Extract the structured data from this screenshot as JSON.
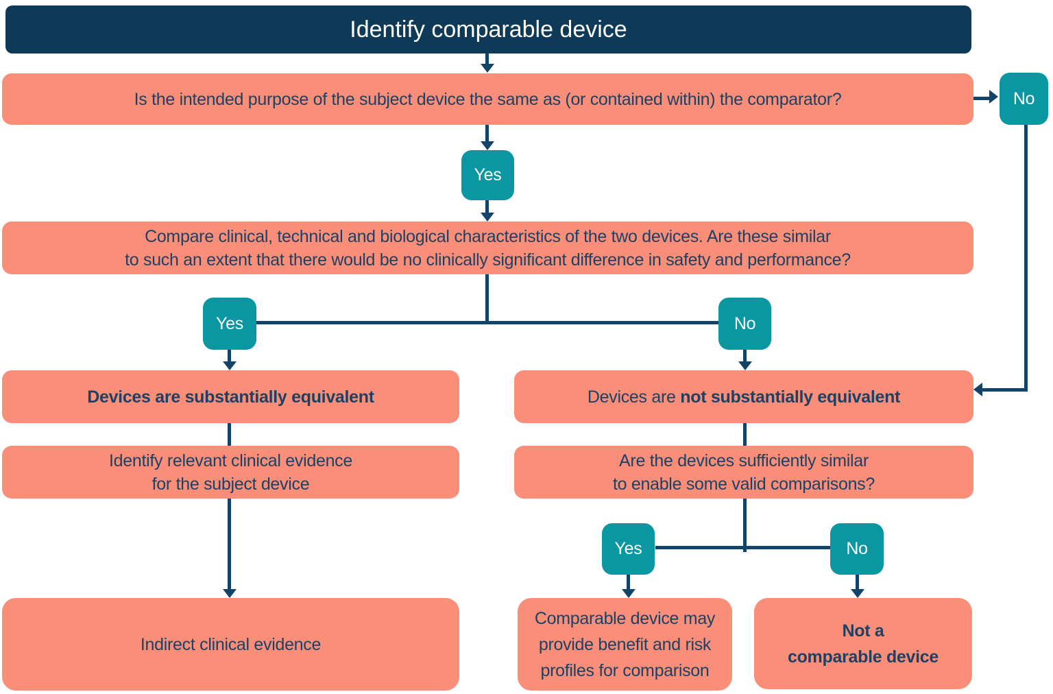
{
  "palette": {
    "header_bg": "#0E3A57",
    "node_bg": "#FA8E78",
    "pill_bg": "#0A97A1",
    "line": "#124469",
    "text": "#1B4164",
    "text_on_dark": "#FFFFFF"
  },
  "header": {
    "title": "Identify comparable device"
  },
  "nodes": {
    "intended_purpose": {
      "text": "Is the intended purpose of the subject device the same as (or contained within) the comparator?"
    },
    "compare_characteristics": {
      "line1": "Compare clinical, technical and biological characteristics of the two devices. Are these similar",
      "line2": "to such an extent that there would be no clinically significant difference in safety and performance?"
    },
    "substantially_equivalent": {
      "text": "Devices are substantially equivalent"
    },
    "not_substantially_equivalent": {
      "prefix": "Devices are ",
      "bold": "not substantially equivalent"
    },
    "identify_evidence": {
      "line1": "Identify relevant clinical evidence",
      "line2": "for the subject device"
    },
    "sufficiently_similar": {
      "line1": "Are the devices sufficiently similar",
      "line2": "to enable some valid comparisons?"
    },
    "indirect_evidence": {
      "text": "Indirect clinical evidence"
    },
    "comparable_profiles": {
      "line1": "Comparable device may",
      "line2": "provide benefit and risk",
      "line3": "profiles for comparison"
    },
    "not_comparable": {
      "line1": "Not a",
      "line2": "comparable device"
    }
  },
  "badges": {
    "no1": "No",
    "yes1": "Yes",
    "yes2": "Yes",
    "no2": "No",
    "yes3": "Yes",
    "no3": "No"
  }
}
